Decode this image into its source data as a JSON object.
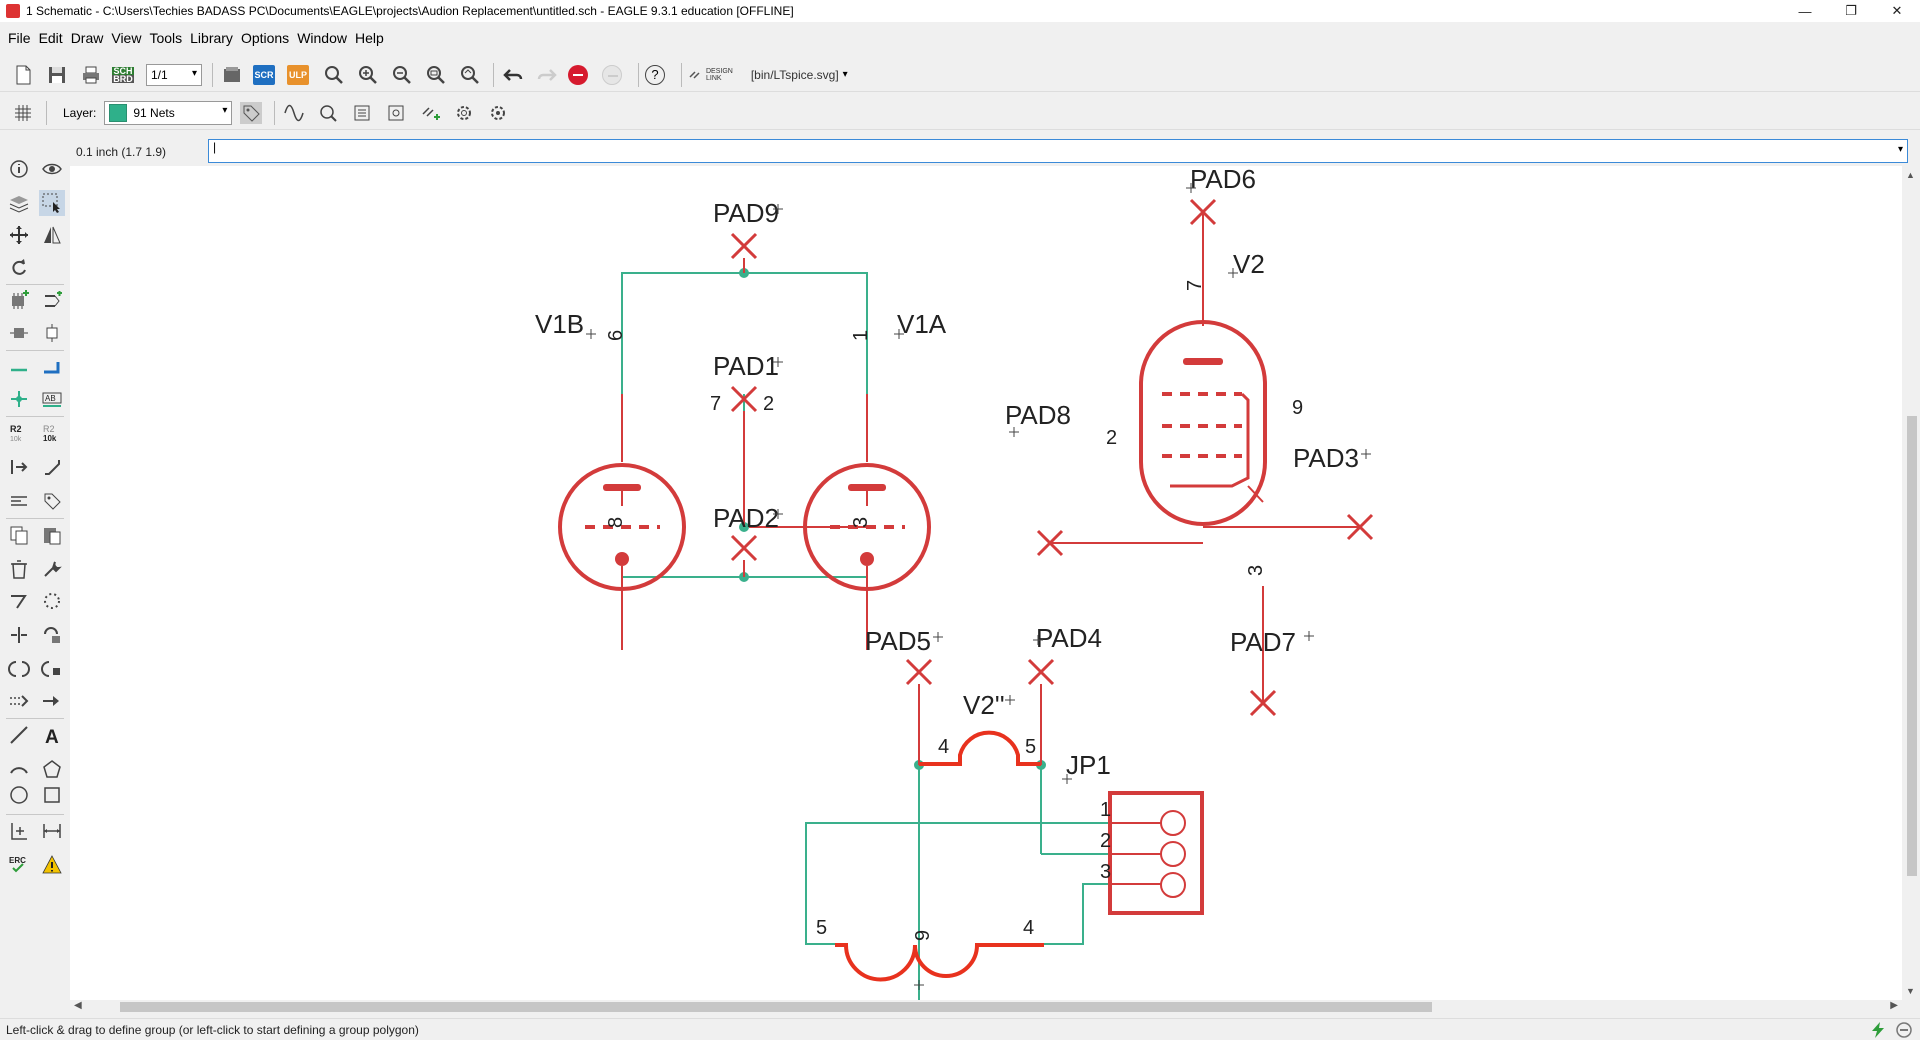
{
  "window": {
    "title": "1 Schematic - C:\\Users\\Techies BADASS PC\\Documents\\EAGLE\\projects\\Audion Replacement\\untitled.sch - EAGLE 9.3.1 education [OFFLINE]",
    "minimize_glyph": "—",
    "restore_glyph": "❐",
    "close_glyph": "✕"
  },
  "menu": {
    "items": [
      {
        "label": "File"
      },
      {
        "label": "Edit"
      },
      {
        "label": "Draw"
      },
      {
        "label": "View"
      },
      {
        "label": "Tools"
      },
      {
        "label": "Library"
      },
      {
        "label": "Options"
      },
      {
        "label": "Window"
      },
      {
        "label": "Help"
      }
    ]
  },
  "toolbar": {
    "sheet_value": "1/1",
    "sch_brd_label_1": "SCH",
    "sch_brd_label_2": "BRD",
    "scr_label": "SCR",
    "ulp_label": "ULP",
    "help_glyph": "?",
    "design_link_1": "DESIGN",
    "design_link_2": "LINK",
    "file_label": "[bin/LTspice.svg]",
    "scr_color": "#1f6fc1",
    "ulp_color": "#e8912c",
    "sch_color": "#2e7d32"
  },
  "layer_bar": {
    "label": "Layer:",
    "value": "91 Nets",
    "swatch_color": "#2fb08a"
  },
  "command": {
    "coordinate": "0.1 inch (1.7 1.9)",
    "value": "|"
  },
  "status": {
    "message": "Left-click & drag to define group (or left-click to start defining a group polygon)"
  },
  "schematic": {
    "wire_color": "#3ab08c",
    "part_color": "#d33b3b",
    "labels": {
      "pad9": "PAD9",
      "pad1": "PAD1",
      "pad2": "PAD2",
      "pad6": "PAD6",
      "pad8": "PAD8",
      "pad3": "PAD3",
      "pad7": "PAD7",
      "pad5": "PAD5",
      "pad4": "PAD4",
      "v1b": "V1B",
      "v1a": "V1A",
      "v2": "V2",
      "v2_heater": "V2''",
      "jp1": "JP1"
    },
    "pins": {
      "v1b_top": "6",
      "v1b_grid": "7",
      "v1b_bottom": "8",
      "v1a_top": "1",
      "v1a_grid": "2",
      "v1a_bottom": "3",
      "v2_top": "7",
      "v2_grid": "2",
      "v2_right": "9",
      "v2_bottom": "3",
      "heater_left": "4",
      "heater_right": "5",
      "jp1_1": "1",
      "jp1_2": "2",
      "jp1_3": "3",
      "bottom_left": "5",
      "bottom_mid": "9",
      "bottom_right": "4"
    }
  }
}
